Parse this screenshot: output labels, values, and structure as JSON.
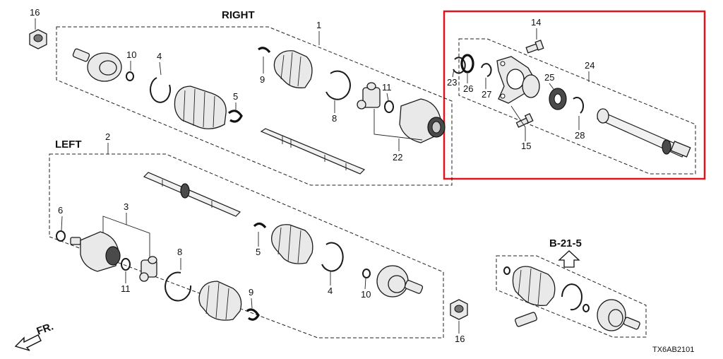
{
  "diagram": {
    "headers": {
      "right": "RIGHT",
      "left": "LEFT",
      "ref": "B-21-5"
    },
    "front_indicator": "FR.",
    "diagram_code": "TX6AB2101",
    "highlight_color": "#e0141e",
    "callouts": {
      "c16a": "16",
      "c10a": "10",
      "c4a": "4",
      "c1": "1",
      "c9a": "9",
      "c5a": "5",
      "c8a": "8",
      "c11a": "11",
      "c22": "22",
      "c14": "14",
      "c24": "24",
      "c23": "23",
      "c26": "26",
      "c27": "27",
      "c25": "25",
      "c28": "28",
      "c15": "15",
      "c2": "2",
      "c6": "6",
      "c3": "3",
      "c8b": "8",
      "c11b": "11",
      "c5b": "5",
      "c9b": "9",
      "c4b": "4",
      "c10b": "10",
      "c16b": "16"
    }
  }
}
